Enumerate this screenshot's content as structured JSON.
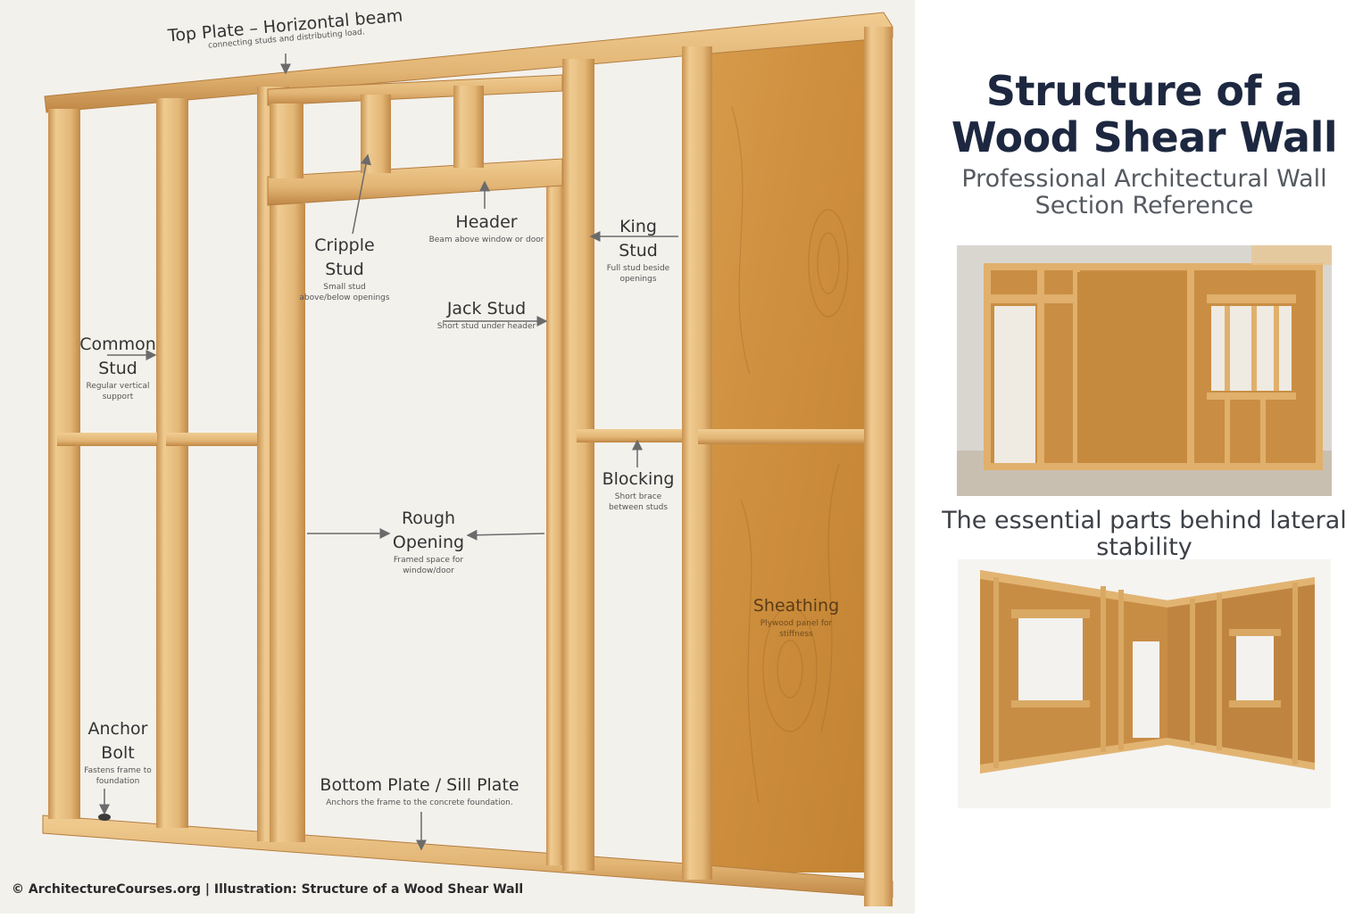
{
  "diagram": {
    "labels": [
      {
        "key": "top_plate",
        "title": "Top Plate – Horizontal beam",
        "subtitle": "connecting studs and distributing load."
      },
      {
        "key": "cripple_stud",
        "title": "Cripple Stud",
        "subtitle": "Small stud above/below openings"
      },
      {
        "key": "header",
        "title": "Header",
        "subtitle": "Beam above window or door"
      },
      {
        "key": "king_stud",
        "title": "King Stud",
        "subtitle": "Full stud beside openings"
      },
      {
        "key": "jack_stud",
        "title": "Jack Stud",
        "subtitle": "Short stud under header"
      },
      {
        "key": "common_stud",
        "title": "Common Stud",
        "subtitle": "Regular vertical support"
      },
      {
        "key": "blocking",
        "title": "Blocking",
        "subtitle": "Short brace between studs"
      },
      {
        "key": "rough_opening",
        "title": "Rough Opening",
        "subtitle": "Framed space for window/door"
      },
      {
        "key": "sheathing",
        "title": "Sheathing",
        "subtitle": "Plywood panel for stiffness"
      },
      {
        "key": "anchor_bolt",
        "title": "Anchor Bolt",
        "subtitle": "Fastens frame to foundation"
      },
      {
        "key": "bottom_plate",
        "title": "Bottom Plate / Sill Plate",
        "subtitle": "Anchors the frame to the concrete foundation."
      }
    ],
    "credit": "© ArchitectureCourses.org | Illustration: Structure of a Wood Shear Wall"
  },
  "sidebar": {
    "title": "Structure of a Wood Shear Wall",
    "subtitle": "Professional Architectural Wall Section Reference",
    "caption": "The essential parts behind lateral stability"
  },
  "colors": {
    "wood_light": "#e6bf82",
    "wood_mid": "#d6a764",
    "wood_dark": "#b98244",
    "plywood": "#cf913f",
    "title_navy": "#1d2840",
    "background": "#f3f1ec"
  }
}
